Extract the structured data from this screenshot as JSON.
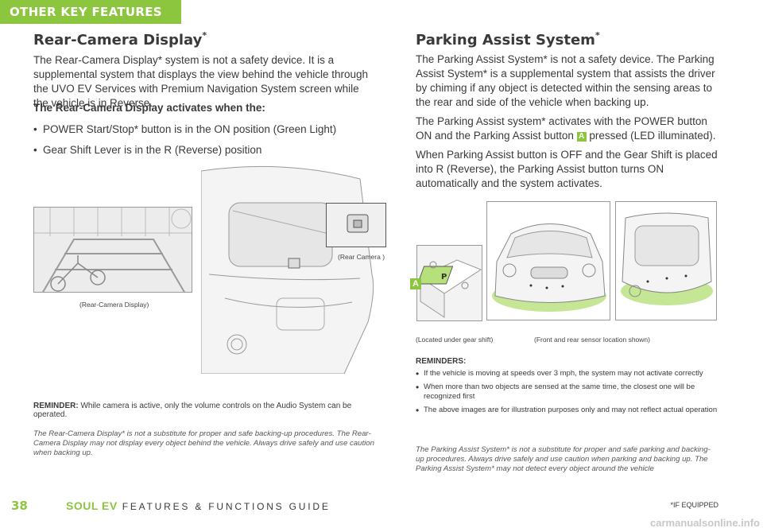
{
  "header": {
    "section_tab": "OTHER KEY FEATURES"
  },
  "left": {
    "title": "Rear-Camera Display",
    "title_mark": "*",
    "intro": "The Rear-Camera Display* system is not a safety device. It is a supplemental system that displays the view behind the vehicle through the UVO EV Services with Premium Navigation System screen while the vehicle is in Reverse.",
    "activates_heading": "The Rear-Camera Display activates when the:",
    "bullets": [
      "POWER Start/Stop* button is in the ON position (Green Light)",
      "Gear Shift Lever is in the R (Reverse) position"
    ],
    "caption_display": "(Rear-Camera Display)",
    "caption_camera": "(Rear Camera )",
    "reminder_label": "REMINDER:",
    "reminder_text": "While camera is active, only the volume controls on the Audio System can be operated.",
    "disclaimer": "The Rear-Camera Display* is not a substitute for proper and safe backing-up procedures. The Rear-Camera Display may not display every object behind the vehicle. Always drive safely and use caution when backing up."
  },
  "right": {
    "title": "Parking Assist System",
    "title_mark": "*",
    "para1": "The Parking Assist System* is not a safety device. The Parking Assist System* is a supplemental system that assists the driver by chiming if any object is detected within the sensing areas to the rear and side of the vehicle when backing up.",
    "para2_a": "The Parking Assist system* activates with the POWER button ON and the Parking Assist button",
    "para2_badge": "A",
    "para2_b": "pressed (LED illuminated).",
    "para3": "When Parking Assist button is OFF and the Gear Shift is placed into R (Reverse), the Parking Assist button turns ON automatically and the system activates.",
    "fig_label": "A",
    "caption_button": "(Located under gear shift)",
    "caption_sensors": "(Front and rear sensor location shown)",
    "reminders_heading": "REMINDERS:",
    "reminders": [
      "If the vehicle is moving at speeds over 3 mph, the system may not activate correctly",
      "When more than two objects are sensed at the same time, the closest one will be recognized first",
      "The above images are for illustration purposes only and may not reflect actual operation"
    ],
    "disclaimer": "The Parking Assist System* is not a substitute for proper and safe parking and backing-up procedures. Always drive safely and use caution when parking and backing up. The Parking Assist System* may not detect every object around the vehicle"
  },
  "footer": {
    "page_number": "38",
    "brand": "SOUL EV",
    "guide": "FEATURES & FUNCTIONS GUIDE",
    "if_equipped": "*IF EQUIPPED"
  },
  "watermark": "carmanualsonline.info",
  "colors": {
    "accent": "#8cc63f",
    "text": "#3a3a3a"
  }
}
